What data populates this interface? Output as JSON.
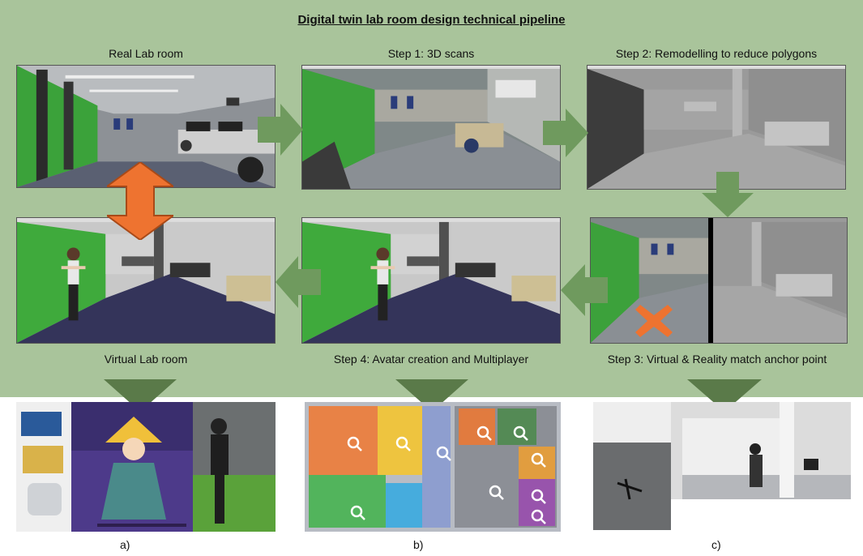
{
  "title": "Digital twin lab room design technical pipeline",
  "labels": {
    "real": "Real Lab room",
    "step1": "Step 1: 3D scans",
    "step2": "Step 2: Remodelling to reduce polygons",
    "virtual": "Virtual Lab room",
    "step4": "Step 4:  Avatar creation and Multiplayer",
    "step3": "Step 3: Virtual & Reality match anchor point"
  },
  "sublabels": {
    "a": "a)",
    "b": "b)",
    "c": "c)"
  },
  "colors": {
    "panel_bg": "#a9c49b",
    "flow_arrow": "#6f9a5e",
    "down_arrow": "#5a7a49",
    "sync_arrow": "#ee7330",
    "green_screen": "#3faa3c",
    "virtual_floor": "#34345a"
  },
  "icons": [
    "green-right-arrow-icon",
    "green-down-arrow-icon",
    "green-left-arrow-icon",
    "orange-double-arrow-icon",
    "anchor-cross-icon",
    "magnifier-icon"
  ]
}
